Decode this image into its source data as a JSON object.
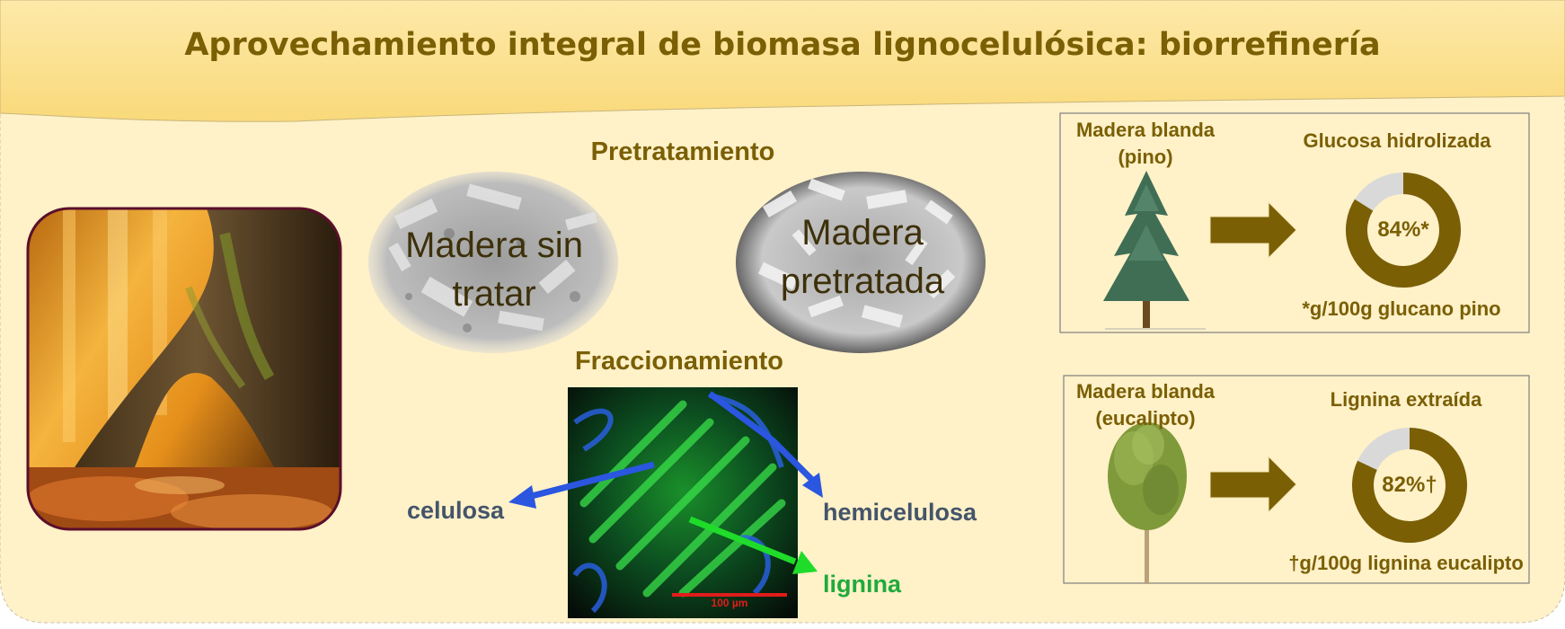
{
  "title": "Aprovechamiento integral de biomasa lignocelulósica: biorrefinería",
  "pretreatment": {
    "heading": "Pretratamiento",
    "untreated_label": "Madera sin tratar",
    "treated_label": "Madera pretratada"
  },
  "fractionation": {
    "heading": "Fraccionamiento",
    "scale_bar": "100 µm",
    "components": {
      "cellulose": "celulosa",
      "hemicellulose": "hemicelulosa",
      "lignin": "lignina"
    }
  },
  "panels": [
    {
      "source_line1": "Madera blanda",
      "source_line2": "(pino)",
      "result_label": "Glucosa hidrolizada",
      "value": 84,
      "value_text": "84%*",
      "footnote": "*g/100g glucano pino"
    },
    {
      "source_line1": "Madera blanda",
      "source_line2": "(eucalipto)",
      "result_label": "Lignina extraída",
      "value": 82,
      "value_text": "82%†",
      "footnote": "†g/100g lignina eucalipto"
    }
  ],
  "colors": {
    "banner": "#fbe08f",
    "background": "#fff1c8",
    "heading_text": "#7a5f05",
    "arrow_fill": "#7a5f05",
    "donut_fill": "#7a5f05",
    "donut_rest": "#d9d9d9",
    "cellulose": "#2a56e0",
    "hemicellulose": "#2a56e0",
    "lignin": "#1fdc2a",
    "component_label": "#44546a",
    "lignin_label": "#1faa3c"
  }
}
